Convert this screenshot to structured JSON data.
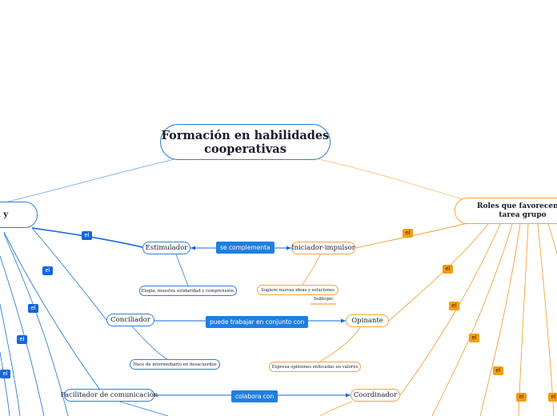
{
  "colors": {
    "blue": "#2f80d1",
    "orange": "#f2a33a",
    "tag_blue": "#1565e0",
    "tag_orange": "#f39c12",
    "relation": "#1e7fe0"
  },
  "central": {
    "title": "Formación en habilidades cooperativas"
  },
  "left_branch": {
    "title": "n y"
  },
  "right_branch": {
    "title": "Roles que favorecen la tarea grupo"
  },
  "blue_nodes": {
    "estimulador": "Estimulador",
    "estimulador_detail": "Elogia, muestra solidaridad y comprensión.",
    "conciliador": "Conciliador",
    "conciliador_detail": "Hace de intermediario en desacuerdos",
    "facilitador": "Facilitador de comunicación"
  },
  "orange_nodes": {
    "iniciador": "Iniciador-impulsor",
    "iniciador_detail": "Sugiere nuevas ideas y soluciones",
    "subtopic": "Subtopic",
    "opinante": "Opinante",
    "opinante_detail": "Expresa opiniones enfocadas en valores",
    "coordinador": "Coordinador"
  },
  "relations": {
    "complementa": "se complementa",
    "conjunto": "puede trabajar en conjunto con",
    "colabora": "colabora con"
  },
  "tag_label": "el"
}
